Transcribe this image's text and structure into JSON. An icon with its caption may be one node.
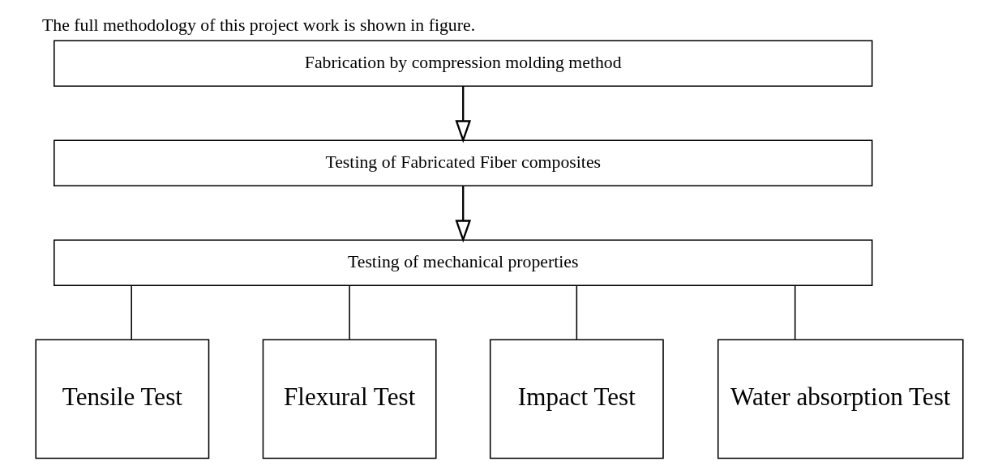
{
  "diagram": {
    "title": "The full methodology of this project work is shown in figure.",
    "nodes": [
      {
        "text": [
          "Fabrication by compression molding method"
        ]
      },
      {
        "text": [
          "Testing of Fabricated Fiber composites"
        ]
      },
      {
        "text": [
          "Testing of mechanical properties"
        ]
      },
      {
        "text": [
          "Tensile Test"
        ]
      },
      {
        "text": [
          "Flexural Test"
        ]
      },
      {
        "text": [
          "Impact Test"
        ]
      },
      {
        "text": [
          "Water absorption Test"
        ]
      }
    ],
    "edges": [
      {
        "from": 0,
        "to": 1,
        "arrow": "to"
      },
      {
        "from": 1,
        "to": 2,
        "arrow": "to"
      },
      {
        "from": 2,
        "to": 3,
        "arrow": "none"
      },
      {
        "from": 2,
        "to": 4,
        "arrow": "none"
      },
      {
        "from": 2,
        "to": 5,
        "arrow": "none"
      },
      {
        "from": 2,
        "to": 6,
        "arrow": "none"
      }
    ]
  }
}
